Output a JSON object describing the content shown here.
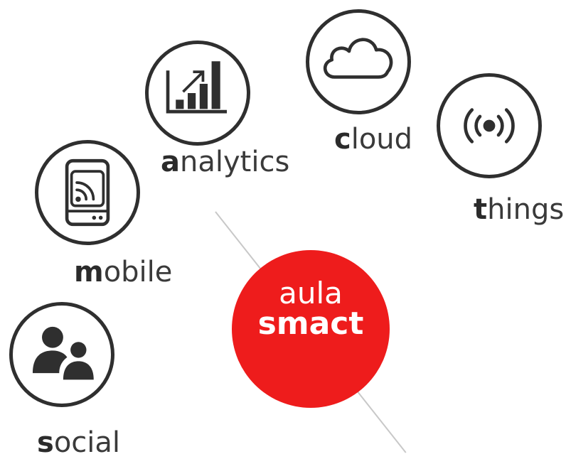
{
  "center": {
    "line1": "aula",
    "line2": "smact"
  },
  "nodes": {
    "cloud": {
      "bold": "c",
      "rest": "loud",
      "icon": "cloud-icon"
    },
    "analytics": {
      "bold": "a",
      "rest": "nalytics",
      "icon": "growth-chart-icon"
    },
    "things": {
      "bold": "t",
      "rest": "hings",
      "icon": "broadcast-signal-icon"
    },
    "mobile": {
      "bold": "m",
      "rest": "obile",
      "icon": "tablet-rss-icon"
    },
    "social": {
      "bold": "s",
      "rest": "ocial",
      "icon": "users-group-icon"
    }
  },
  "colors": {
    "accent": "#ee1c1c",
    "icon_stroke": "#2f2f2f",
    "text": "#3a3a3a",
    "connector": "#c8c8c8"
  }
}
